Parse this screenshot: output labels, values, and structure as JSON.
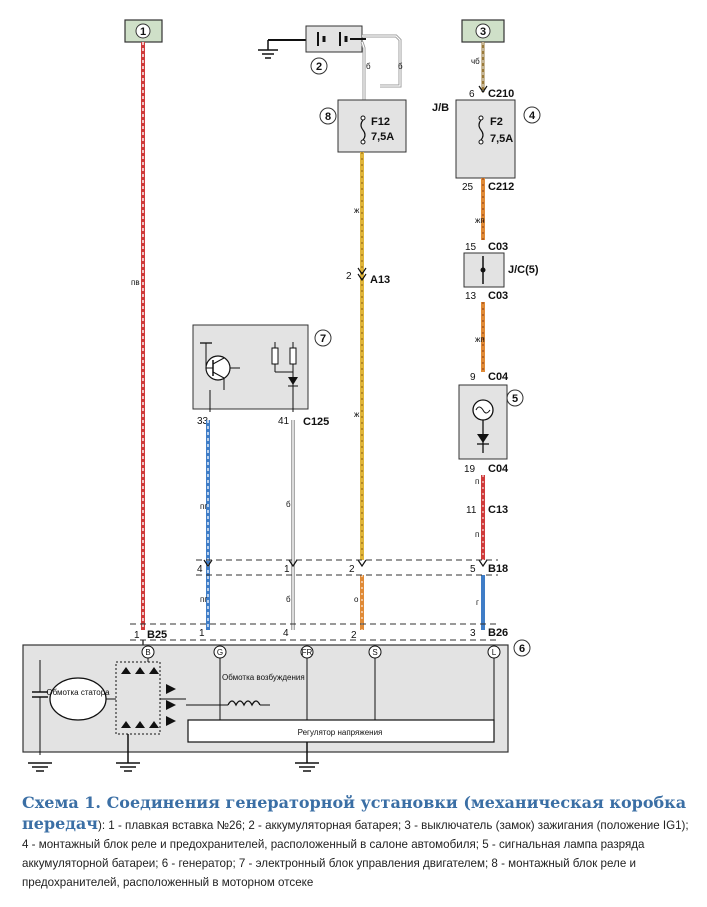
{
  "callouts": [
    "1",
    "2",
    "3",
    "4",
    "5",
    "6",
    "7",
    "8"
  ],
  "connectors": {
    "c210": "C210",
    "c212": "C212",
    "c03a": "C03",
    "c03b": "C03",
    "c04a": "C04",
    "c04b": "C04",
    "c13": "C13",
    "b18": "B18",
    "b25": "B25",
    "b26": "B26",
    "a13": "A13",
    "c125": "C125",
    "jc5": "J/C(5)",
    "jb": "J/B"
  },
  "fuses": {
    "f12_name": "F12",
    "f12_rating": "7,5A",
    "f2_name": "F2",
    "f2_rating": "7,5A"
  },
  "pins": {
    "p6": "6",
    "p25": "25",
    "p15": "15",
    "p13": "13",
    "p9": "9",
    "p19": "19",
    "p11": "11",
    "p5": "5",
    "p3": "3",
    "p2a": "2",
    "p2b": "2",
    "p2c": "2",
    "p4a": "4",
    "p4b": "4",
    "p1a": "1",
    "p1b": "1",
    "p1c": "1",
    "p33": "33",
    "p41": "41"
  },
  "terminals": {
    "b": "B",
    "g": "G",
    "fr": "FR",
    "s": "S",
    "l": "L"
  },
  "wires": {
    "pv": "пв",
    "chb": "чб",
    "b1": "б",
    "b2": "б",
    "zh1": "ж",
    "zh2": "ж",
    "zhp1": "жп",
    "zhp2": "жп",
    "p1": "п",
    "p2": "п",
    "pg1": "пг",
    "pg2": "пг",
    "bw1": "б",
    "bw2": "б",
    "o": "о",
    "g": "г"
  },
  "generator": {
    "stator": "Обмотка статора",
    "excitation": "Обмотка возбуждения",
    "regulator": "Регулятор напряжения"
  },
  "colors": {
    "red_white": "#cf3a3a",
    "yellow": "#e0b53a",
    "orange": "#e08a36",
    "blue": "#3f7dc7",
    "grey": "#a9a9a9",
    "box": "#e3e3e3"
  },
  "caption": {
    "title": "Схема 1. Соединения генераторной установки (механическая коробка передач",
    "text": "): 1 - плавкая вставка №26; 2 - аккумуляторная батарея; 3 - выключатель (замок) зажигания (положение IG1); 4 - монтажный блок реле и предохранителей, расположенный в салоне автомобиля; 5 - сигнальная лампа разряда аккумуляторной батареи; 6 - генератор; 7 - электронный блок управления двигателем; 8 - монтажный блок реле и предохранителей, расположенный в моторном отсеке"
  }
}
